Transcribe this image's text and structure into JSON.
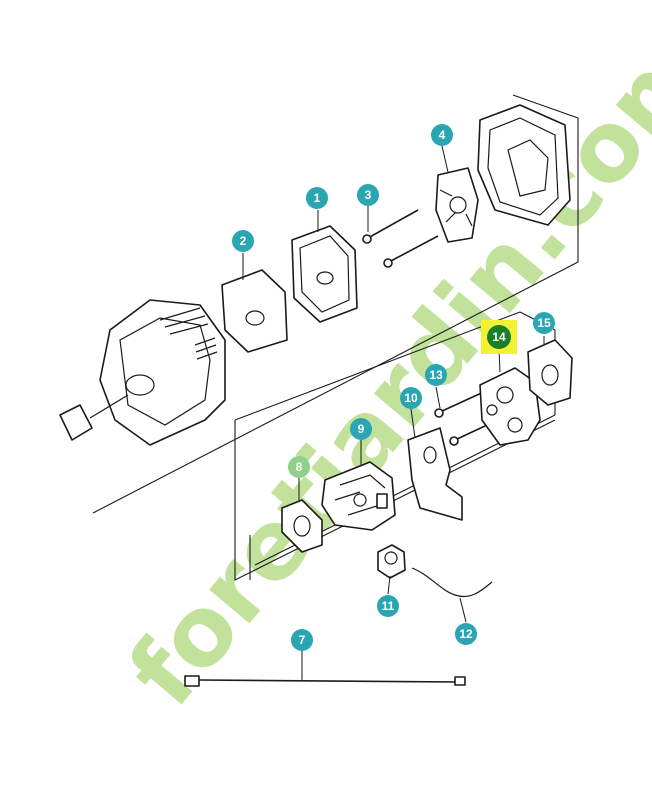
{
  "diagram": {
    "watermark": "foretjardin.com",
    "callouts": [
      {
        "id": "1",
        "label": "1",
        "highlighted": false
      },
      {
        "id": "2",
        "label": "2",
        "highlighted": false
      },
      {
        "id": "3",
        "label": "3",
        "highlighted": false
      },
      {
        "id": "4",
        "label": "4",
        "highlighted": false
      },
      {
        "id": "7",
        "label": "7",
        "highlighted": false
      },
      {
        "id": "8",
        "label": "8",
        "highlighted": false
      },
      {
        "id": "9",
        "label": "9",
        "highlighted": false
      },
      {
        "id": "10",
        "label": "10",
        "highlighted": false
      },
      {
        "id": "11",
        "label": "11",
        "highlighted": false
      },
      {
        "id": "12",
        "label": "12",
        "highlighted": false
      },
      {
        "id": "13",
        "label": "13",
        "highlighted": false
      },
      {
        "id": "14",
        "label": "14",
        "highlighted": true
      },
      {
        "id": "15",
        "label": "15",
        "highlighted": false
      }
    ]
  },
  "colors": {
    "callout_fill": "#2aa6b3",
    "callout_highlight_bg": "#f2f233",
    "callout_highlight_fill": "#1b7f2a",
    "callout_8_fill": "#8fd08a",
    "watermark_green": "#b8dc8a",
    "watermark_orange": "#f4b27a",
    "line": "#1a1a1a"
  }
}
